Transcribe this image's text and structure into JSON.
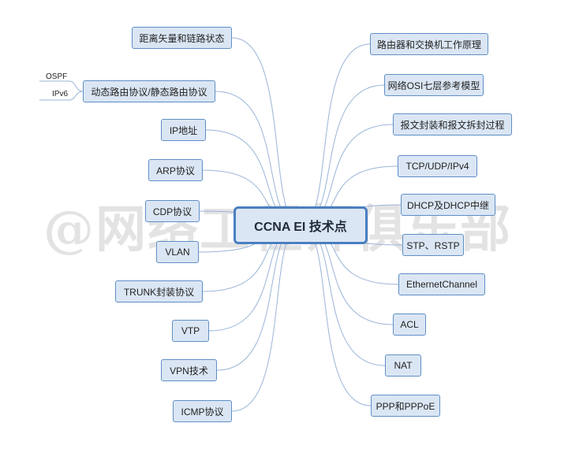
{
  "watermark": "@网络工程师俱乐部",
  "center": {
    "label": "CCNA EI 技术点"
  },
  "left_topics": [
    "距离矢量和链路状态",
    "动态路由协议/静态路由协议",
    "IP地址",
    "ARP协议",
    "CDP协议",
    "VLAN",
    "TRUNK封装协议",
    "VTP",
    "VPN技术",
    "ICMP协议"
  ],
  "right_topics": [
    "路由器和交换机工作原理",
    "网络OSI七层参考模型",
    "报文封装和报文拆封过程",
    "TCP/UDP/IPv4",
    "DHCP及DHCP中继",
    "STP、RSTP",
    "EthernetChannel",
    "ACL",
    "NAT",
    "PPP和PPPoE"
  ],
  "sub_topics": [
    "OSPF",
    "IPv6"
  ],
  "colors": {
    "node_fill": "#dbe6f4",
    "node_border": "#5f8fc6",
    "line": "#9ab4d8"
  }
}
